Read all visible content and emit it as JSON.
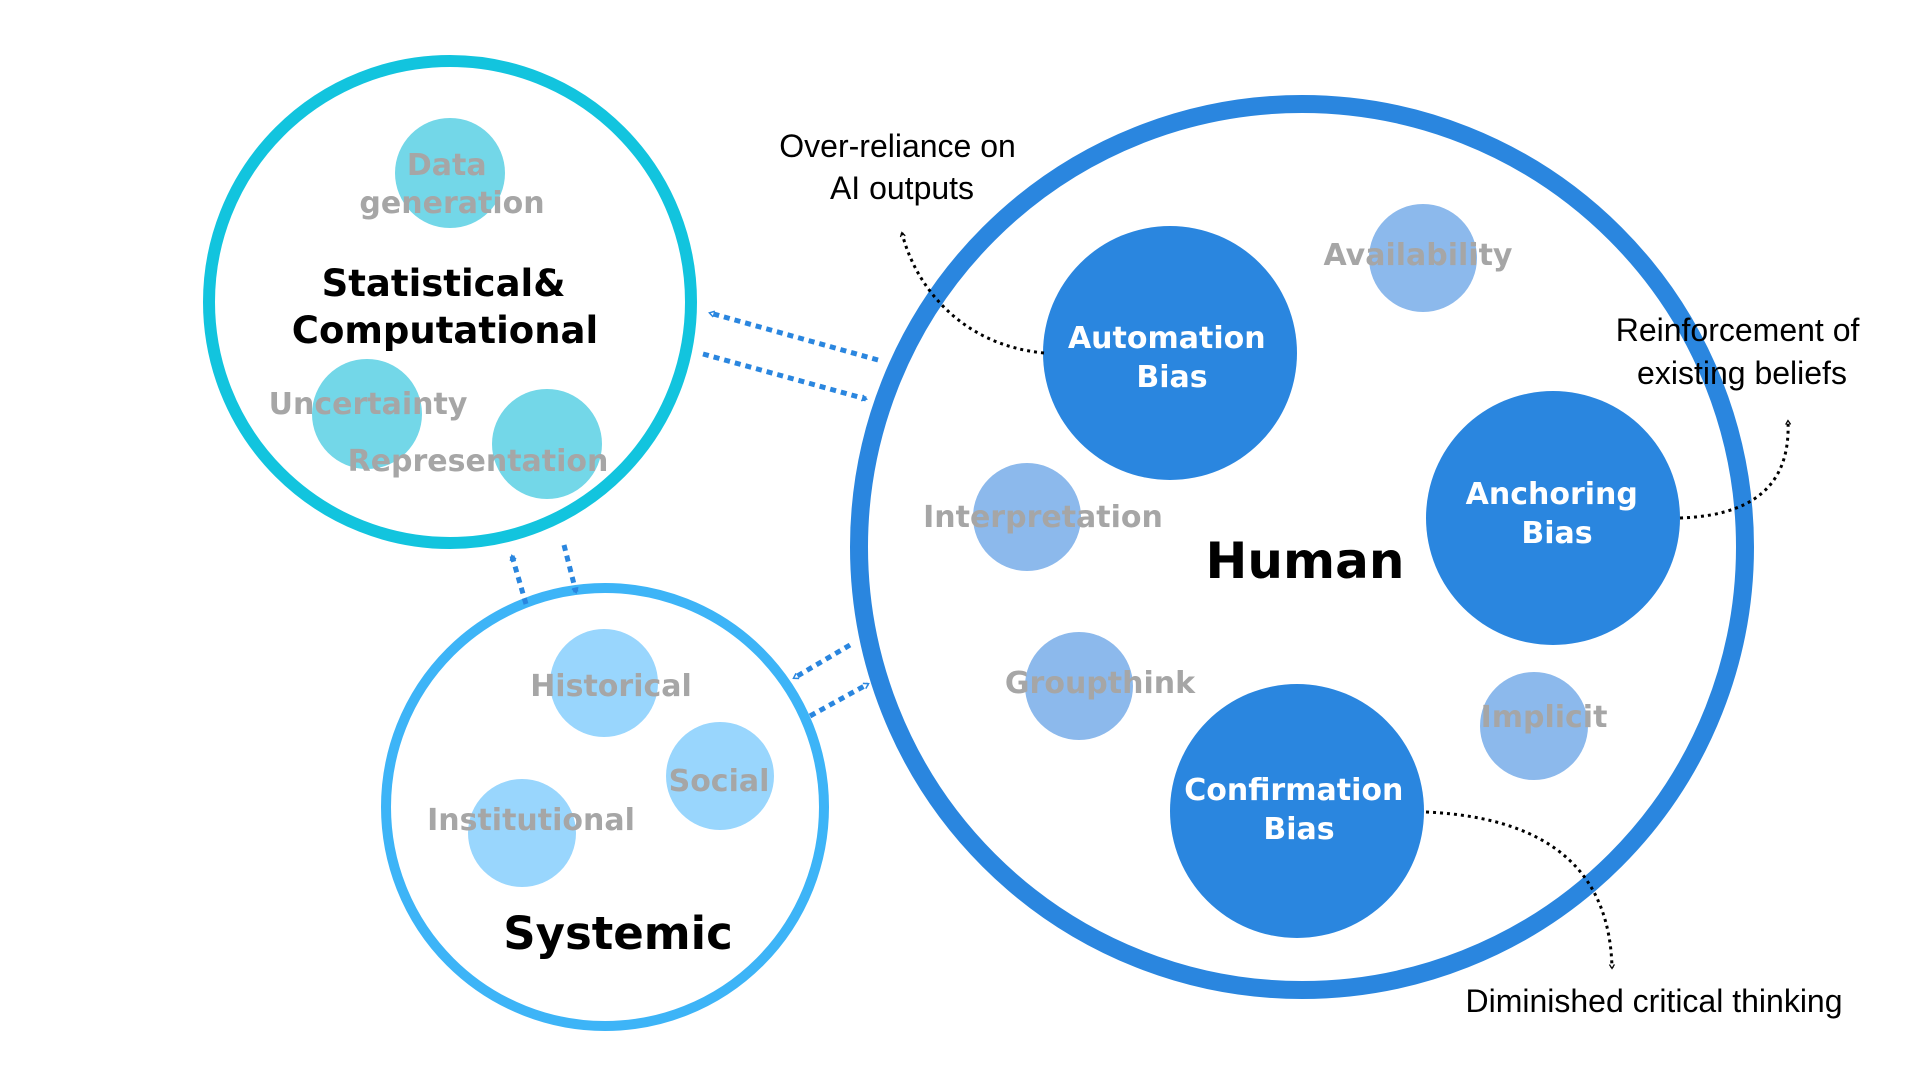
{
  "colors": {
    "statistical_ring": "#12c4de",
    "statistical_bubble": "#73d7e8",
    "systemic_ring": "#3db4f7",
    "systemic_bubble": "#99d6fd",
    "human_ring": "#2a86df",
    "human_major": "#2a86df",
    "human_minor": "#8cb9ec",
    "dashed_arrow": "#2a86df",
    "dotted_arrow": "#000000",
    "sub_label": "#a6a6a6"
  },
  "groups": {
    "statistical": {
      "title_line1": "Statistical&",
      "title_line2": "Computational",
      "items": {
        "data_generation_line1": "Data",
        "data_generation_line2": "generation",
        "uncertainty": "Uncertainty",
        "representation": "Representation"
      }
    },
    "systemic": {
      "title": "Systemic",
      "items": {
        "historical": "Historical",
        "social": "Social",
        "institutional": "Institutional"
      }
    },
    "human": {
      "title": "Human",
      "major_biases": {
        "automation_line1": "Automation",
        "automation_line2": "Bias",
        "anchoring_line1": "Anchoring",
        "anchoring_line2": "Bias",
        "confirmation_line1": "Confirmation",
        "confirmation_line2": "Bias"
      },
      "minor_biases": {
        "availability": "Availability",
        "interpretation": "Interpretation",
        "groupthink": "Groupthink",
        "implicit": "Implicit"
      }
    }
  },
  "outcomes": {
    "over_reliance_line1": "Over-reliance on",
    "over_reliance_line2": "AI outputs",
    "reinforcement_line1": "Reinforcement of",
    "reinforcement_line2": "existing beliefs",
    "diminished": "Diminished critical thinking"
  }
}
